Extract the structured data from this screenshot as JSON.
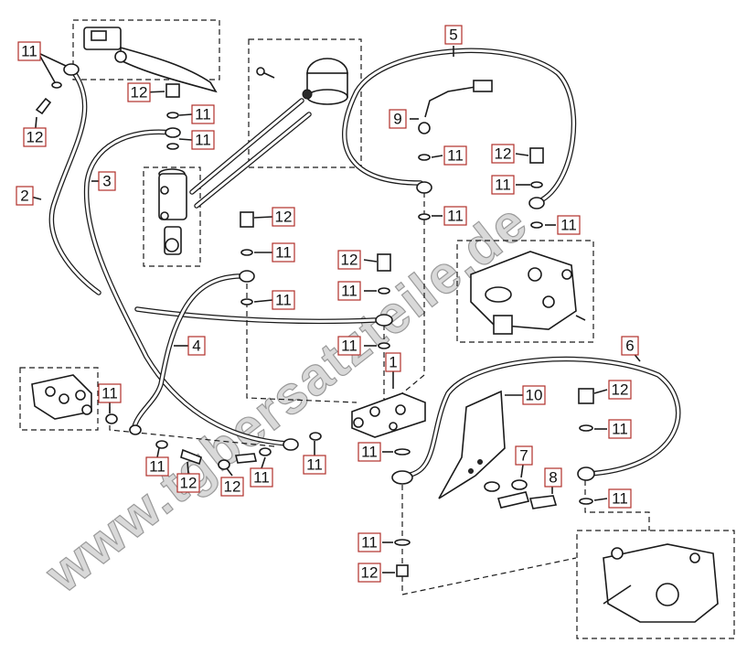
{
  "watermark": "www.tgbersatzteile.de",
  "labels": {
    "p1": "1",
    "p2": "2",
    "p3": "3",
    "p4": "4",
    "p5": "5",
    "p6": "6",
    "p7": "7",
    "p8": "8",
    "p9": "9",
    "p10": "10",
    "p11": "11",
    "p12": "12"
  },
  "colors": {
    "label_border": "#b0302a",
    "line": "#1a1a1a",
    "watermark": "#d9d9d9"
  }
}
